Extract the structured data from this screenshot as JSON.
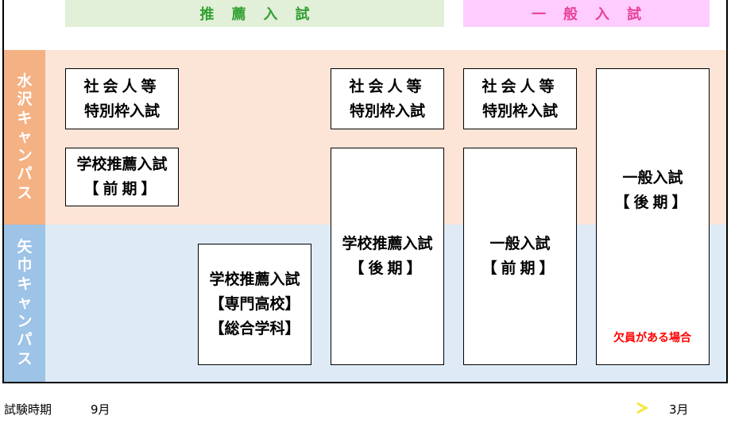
{
  "headers": {
    "suisen": "推薦入試",
    "ippan": "一般入試"
  },
  "campuses": {
    "mizusawa": [
      "水",
      "沢",
      "キ",
      "ャ",
      "ン",
      "パ",
      "ス"
    ],
    "yahaba": [
      "矢",
      "巾",
      "キ",
      "ャ",
      "ン",
      "パ",
      "ス"
    ]
  },
  "boxes": {
    "shakaijin_1": [
      "社会人等",
      "特別枠入試"
    ],
    "shakaijin_2": [
      "社会人等",
      "特別枠入試"
    ],
    "shakaijin_3": [
      "社会人等",
      "特別枠入試"
    ],
    "gakko_zenki": [
      "学校推薦入試",
      "【前期】"
    ],
    "gakko_senmon": [
      "学校推薦入試",
      "【専門高校】",
      "【総合学科】"
    ],
    "gakko_kouki": [
      "学校推薦入試",
      "【後期】"
    ],
    "ippan_zenki": [
      "一般入試",
      "【前期】"
    ],
    "ippan_kouki": [
      "一般入試",
      "【後期】"
    ]
  },
  "note": "欠員がある場合",
  "timeline": {
    "label": "試験時期",
    "start": "9月",
    "end": "3月",
    "gradient_start": "#2ec4d6",
    "gradient_end": "#f5e642"
  },
  "colors": {
    "mizusawa_band": "#fce4d6",
    "mizusawa_label": "#f4b183",
    "yahaba_band": "#deebf7",
    "yahaba_label": "#9dc3e6",
    "suisen_header_bg": "#e2efd9",
    "suisen_header_text": "#33a133",
    "ippan_header_bg": "#ffccff",
    "ippan_header_text": "#e8429a",
    "note": "#ff0000"
  }
}
